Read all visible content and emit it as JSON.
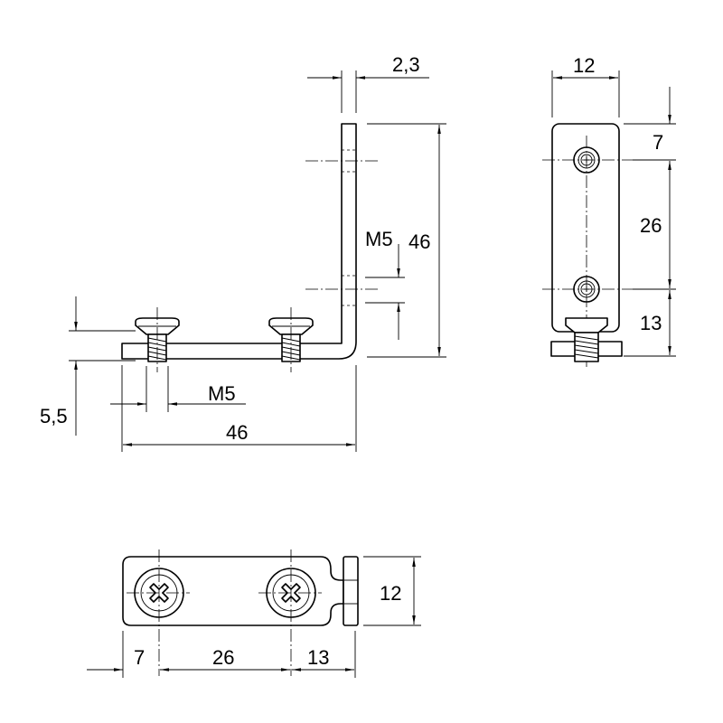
{
  "dimensions": {
    "thickness": "2,3",
    "front_height": "46",
    "front_thread": "M5",
    "front_screw_offset": "5,5",
    "front_bottom_thread": "M5",
    "front_length": "46",
    "side_width": "12",
    "side_top_offset": "7",
    "side_hole_spacing": "26",
    "side_bottom_offset": "13",
    "top_width": "12",
    "top_left_offset": "7",
    "top_hole_spacing": "26",
    "top_right_offset": "13"
  }
}
